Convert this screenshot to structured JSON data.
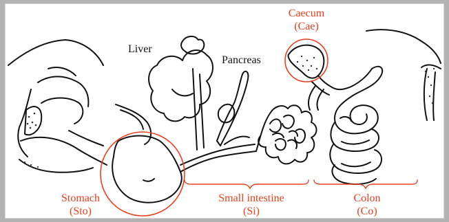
{
  "colors": {
    "accent": "#e8401c",
    "ink": "#111111",
    "frame": "#b3b3b3"
  },
  "labels": {
    "liver": "Liver",
    "pancreas": "Pancreas",
    "caecum": {
      "name": "Caecum",
      "abbr": "(Cae)"
    },
    "stomach": {
      "name": "Stomach",
      "abbr": "(Sto)"
    },
    "small_intestine": {
      "name": "Small intestine",
      "abbr": "(Si)"
    },
    "colon": {
      "name": "Colon",
      "abbr": "(Co)"
    }
  }
}
